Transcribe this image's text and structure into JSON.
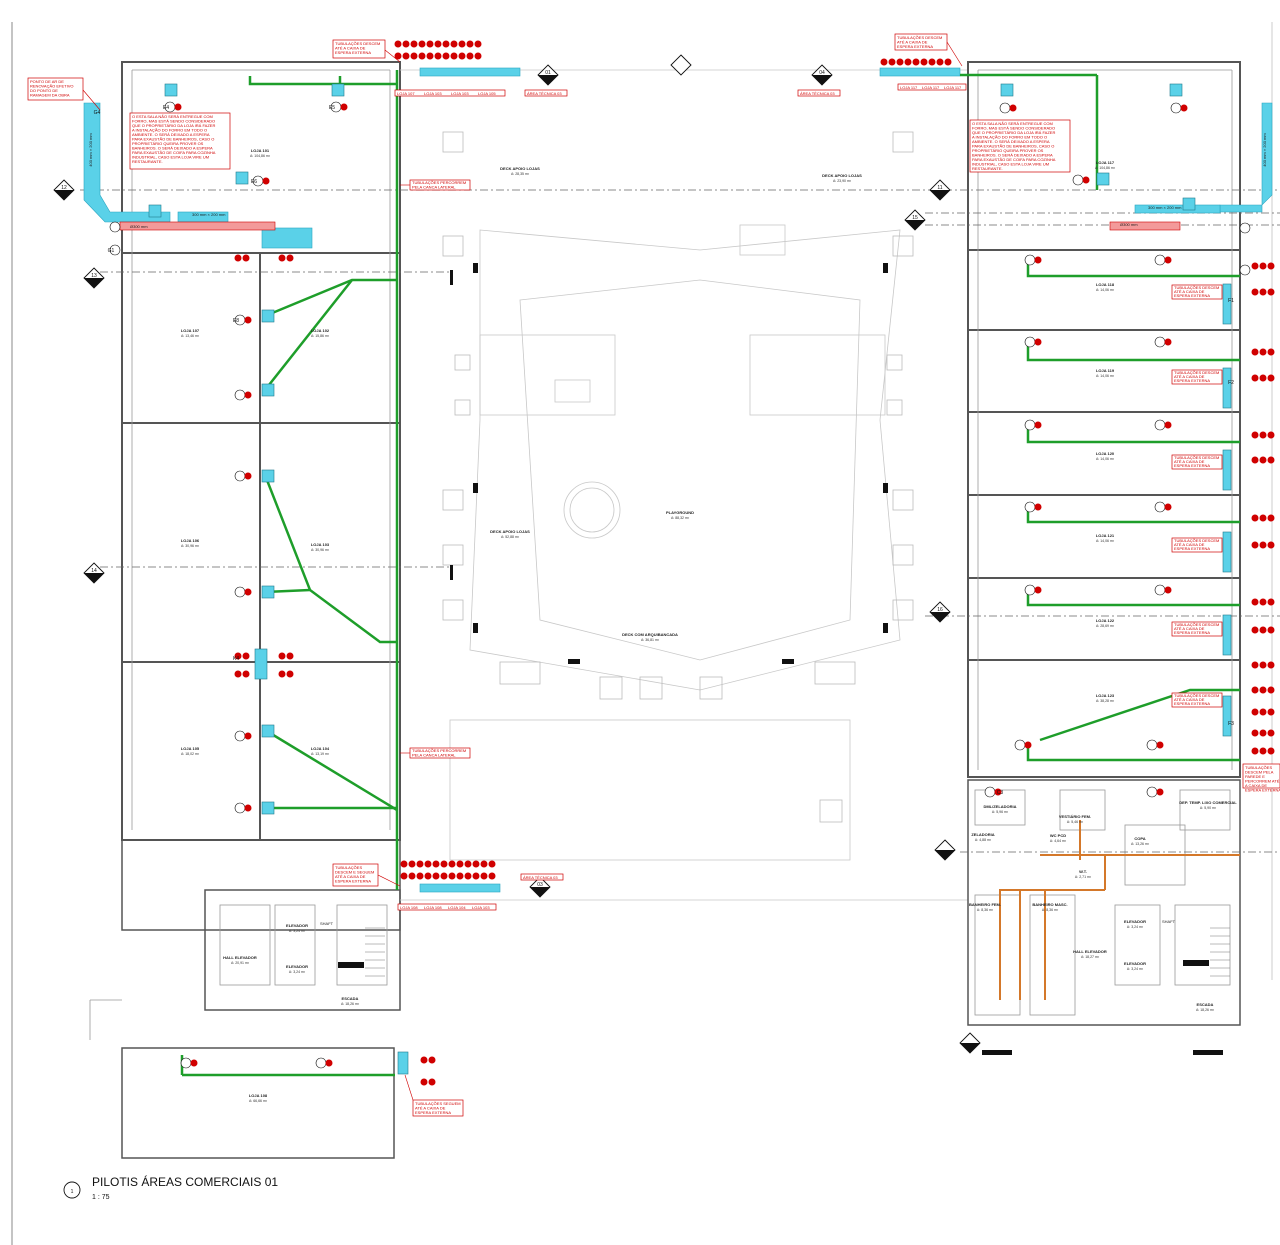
{
  "sheet_title": {
    "number": "1",
    "title": "PILOTIS ÁREAS COMERCIAIS 01",
    "scale": "1 : 75"
  },
  "colors": {
    "green_pipe": "#1e9e2a",
    "duct_blue": "#5ad1e8",
    "orange_pipe": "#d4782a",
    "red_note": "#d00000",
    "wall": "#555555"
  },
  "notes": {
    "top_left_1": "TUBULAÇÕES DESCEM ATÉ A CAIXA DE ESPERA EXTERNA",
    "top_right_1": "TUBULAÇÕES DESCEM ATÉ A CAIXA DE ESPERA EXTERNA",
    "fresh_air": "PONTO DE AR DE RENOVAÇÃO EFETIVO DO PONTO DE RAMAGEM DA OBRA",
    "left_box": "O ESTA SALA NÃO SERÁ ENTREGUE COM FORRO, MAS ESTÁ SENDO CONSIDERADO QUE O PROPRIETÁRIO DA LOJA IRÁ FAZER A INSTALAÇÃO DO FORRO EM TODO O AMBIENTE. O SERÁ DEIXADO A ESPERA PARA EXAUSTÃO DE BANHEIROS, CASO O PROPRIETÁRIO QUEIRA PROVER OS BANHEIROS. O SERÁ DEIXADO A ESPERA PARA EXAUSTÃO DE COIFA PARA COZINHA INDUSTRIAL, CASO ESTA LOJA VIRE UM RESTAURANTE.",
    "right_box": "O ESTA SALA NÃO SERÁ ENTREGUE COM FORRO, MAS ESTÁ SENDO CONSIDERADO QUE O PROPRIETÁRIO DA LOJA IRÁ FAZER A INSTALAÇÃO DO FORRO EM TODO O AMBIENTE. O SERÁ DEIXADO A ESPERA PARA EXAUSTÃO DE BANHEIROS, CASO O PROPRIETÁRIO QUEIRA PROVER OS BANHEIROS. O SERÁ DEIXADO A ESPERA PARA EXAUSTÃO DE COIFA PARA COZINHA INDUSTRIAL, CASO ESTA LOJA VIRE UM RESTAURANTE.",
    "vertical_1": "TUBULAÇÕES PERCORREM PELA CANCA LATERAL",
    "vertical_2": "TUBULAÇÕES PERCORREM PELA CANCA LATERAL",
    "bottom_left": "TUBULAÇÕES DESCEM E SEGUEM ATÉ A CAIXA DE ESPERA EXTERNA",
    "bottom_loja": "TUBULAÇÕES SEGUEM ATÉ A CAIXA DE ESPERA EXTERNA",
    "right_column": "TUBULAÇÕES DESCEM ATÉ A CAIXA DE ESPERA EXTERNA",
    "right_edge": "TUBULAÇÕES DESCEM PELA PAREDE E PERCORREM ATÉ A CAIXA DE ESPERA EXTERNA",
    "area_tecnica_top": "ÁREA TÉCNICA 03",
    "area_tecnica_top2": "ÁREA TÉCNICA 03",
    "area_tecnica_bottom": "ÁREA TÉCNICA 03"
  },
  "loja_tags_top_left": [
    "LOJA 107",
    "LOJA 103",
    "LOJA 103",
    "LOJA 105"
  ],
  "loja_tags_top_right": [
    "LOJA 117",
    "LOJA 117",
    "LOJA 117"
  ],
  "loja_tags_bottom": [
    "LOJA 108",
    "LOJA 108",
    "LOJA 104",
    "LOJA 103"
  ],
  "rooms": [
    {
      "name": "LOJA 101",
      "area": "A: 104,86 m²"
    },
    {
      "name": "LOJA 107",
      "area": "A: 13,46 m²"
    },
    {
      "name": "LOJA 102",
      "area": "A: 15,86 m²"
    },
    {
      "name": "LOJA 106",
      "area": "A: 30,96 m²"
    },
    {
      "name": "LOJA 103",
      "area": "A: 30,96 m²"
    },
    {
      "name": "LOJA 105",
      "area": "A: 18,02 m²"
    },
    {
      "name": "LOJA 104",
      "area": "A: 13,19 m²"
    },
    {
      "name": "LOJA 108",
      "area": "A: 66,66 m²"
    },
    {
      "name": "DECK APOIO LOJAS",
      "area": "A: 28,35 m²"
    },
    {
      "name": "DECK APOIO LOJAS",
      "area": "A: 23,90 m²"
    },
    {
      "name": "PLAYGROUND",
      "area": "A: 88,32 m²"
    },
    {
      "name": "DECK APOIO LOJAS",
      "area": "A: 52,88 m²"
    },
    {
      "name": "DECK COM ARQUIBANCADA",
      "area": "A: 36,81 m²"
    },
    {
      "name": "LOJA 117",
      "area": "A: 104,86 m²"
    },
    {
      "name": "LOJA 118",
      "area": "A: 14,06 m²"
    },
    {
      "name": "LOJA 119",
      "area": "A: 14,06 m²"
    },
    {
      "name": "LOJA 120",
      "area": "A: 14,06 m²"
    },
    {
      "name": "LOJA 121",
      "area": "A: 14,06 m²"
    },
    {
      "name": "LOJA 122",
      "area": "A: 28,69 m²"
    },
    {
      "name": "LOJA 123",
      "area": "A: 38,28 m²"
    },
    {
      "name": "ELEVADOR",
      "area": "A: 3,24 m²"
    },
    {
      "name": "ELEVADOR",
      "area": "A: 3,24 m²"
    },
    {
      "name": "HALL ELEVADOR",
      "area": "A: 20,91 m²"
    },
    {
      "name": "ESCADA",
      "area": "A: 18,26 m²"
    },
    {
      "name": "DML/ZELADORIA",
      "area": "A: 5,96 m²"
    },
    {
      "name": "VESTIÁRIO FEM.",
      "area": "A: 5,46 m²"
    },
    {
      "name": "ZELADORIA",
      "area": "A: 4,88 m²"
    },
    {
      "name": "WC PCD",
      "area": "A: 4,64 m²"
    },
    {
      "name": "W.T.",
      "area": "A: 2,71 m²"
    },
    {
      "name": "COPA",
      "area": "A: 13,26 m²"
    },
    {
      "name": "DEP. TEMP. LIXO COMERCIAL",
      "area": "A: 5,90 m²"
    },
    {
      "name": "BANHEIRO FEM.",
      "area": "A: 8,36 m²"
    },
    {
      "name": "BANHEIRO MASC.",
      "area": "A: 8,36 m²"
    },
    {
      "name": "ELEVADOR",
      "area": "A: 3,24 m²"
    },
    {
      "name": "ELEVADOR",
      "area": "A: 3,24 m²"
    },
    {
      "name": "HALL ELEVADOR",
      "area": "A: 18,27 m²"
    },
    {
      "name": "ESCADA",
      "area": "A: 18,26 m²"
    }
  ],
  "duct_labels": {
    "d1": "400 mm × 200 mm",
    "d2": "400 mm × 200 mm",
    "d3": "300 mm × 200 mm",
    "d4": "300 mm × 200 mm",
    "d5": "Ø300 mm",
    "d6": "Ø300 mm"
  },
  "equipment_tags": [
    "E4",
    "E5",
    "E6",
    "E8",
    "F1",
    "F2",
    "F3",
    "K4",
    "G1",
    "G4",
    "C3"
  ],
  "section_markers": [
    "12",
    "13",
    "14",
    "11",
    "15",
    "16",
    "01",
    "04",
    "03"
  ],
  "shaft_label": "SHAFT"
}
